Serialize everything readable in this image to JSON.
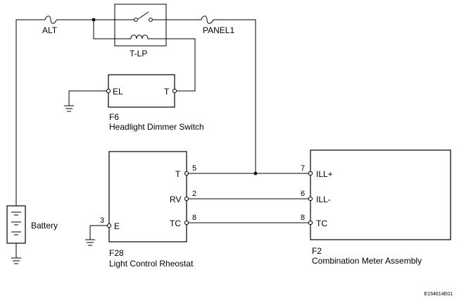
{
  "fuse_alt": "ALT",
  "fuse_panel1": "PANEL1",
  "relay": "T-LP",
  "battery": "Battery",
  "f6": {
    "code": "F6",
    "name": "Headlight Dimmer Switch",
    "pin_el": "EL",
    "pin_t": "T"
  },
  "f28": {
    "code": "F28",
    "name": "Light Control Rheostat",
    "pin_t": "T",
    "pin_rv": "RV",
    "pin_tc": "TC",
    "pin_e": "E",
    "num_t": "5",
    "num_rv": "2",
    "num_tc": "8",
    "num_e": "3"
  },
  "f2": {
    "code": "F2",
    "name": "Combination Meter Assembly",
    "pin_ill_plus": "ILL+",
    "pin_ill_minus": "ILL-",
    "pin_tc": "TC",
    "num_ill_plus": "7",
    "num_ill_minus": "6",
    "num_tc": "8"
  },
  "figure_code": "E154614E01"
}
